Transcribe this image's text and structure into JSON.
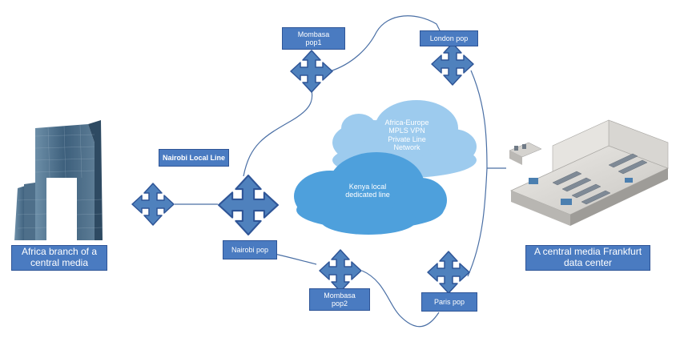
{
  "nodes": {
    "africa_branch": "Africa branch of a central media",
    "frankfurt_dc": "A central media Frankfurt data center",
    "nairobi_local_line": "Nairobi Local Line",
    "nairobi_pop": "Nairobi pop",
    "mombasa_pop1": "Mombasa pop1",
    "mombasa_pop2": "Mombasa pop2",
    "london_pop": "London pop",
    "paris_pop": "Paris pop"
  },
  "clouds": {
    "mpls": "Africa-Europe MPLS VPN Private Line Network",
    "kenya": "Kenya local dedicated line"
  },
  "colors": {
    "label_fill": "#4a7bc1",
    "label_border": "#2f5597",
    "router_fill": "#4f81bd",
    "link_line": "#4a6fa5",
    "cloud_dark": "#4ea0dc",
    "cloud_light": "#9dcbee"
  },
  "icons": {
    "router": "four-way-arrow-router-icon",
    "building": "building-image",
    "datacenter": "datacenter-image"
  }
}
